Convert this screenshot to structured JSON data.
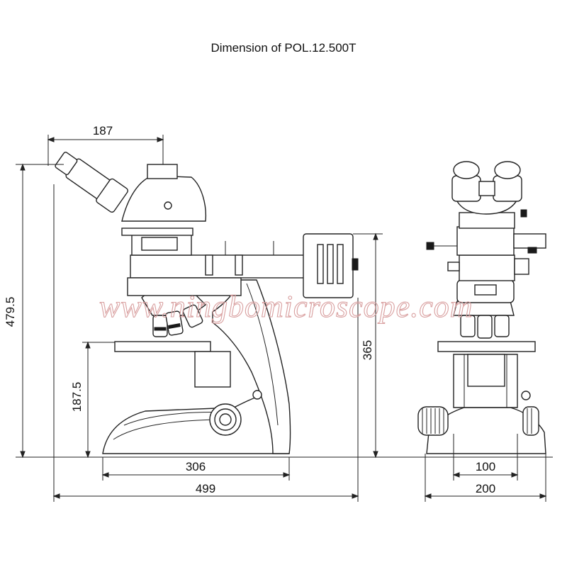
{
  "title": "Dimension of POL.12.500T",
  "watermark": "www.ningbomicroscope.com",
  "dimensions": {
    "top_width": "187",
    "total_height": "479.5",
    "body_height": "365",
    "stage_height": "187.5",
    "base_width": "306",
    "total_width": "499",
    "front_base_inner": "100",
    "front_total_width": "200"
  },
  "colors": {
    "line": "#222222",
    "watermark": "#d9a0a0"
  }
}
